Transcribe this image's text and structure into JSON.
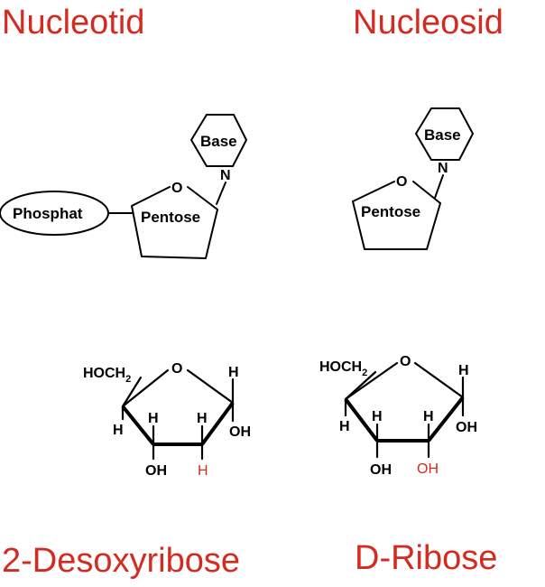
{
  "titles": {
    "nucleotide": "Nucleotid",
    "nucleoside": "Nucleosid",
    "deoxyribose": "2-Desoxyribose",
    "ribose": "D-Ribose"
  },
  "nucleotide": {
    "base": "Base",
    "n_atom": "N",
    "o_atom": "O",
    "pentose": "Pentose",
    "phosphate": "Phosphat"
  },
  "nucleoside": {
    "base": "Base",
    "n_atom": "N",
    "o_atom": "O",
    "pentose": "Pentose"
  },
  "deoxyribose": {
    "hoch": "HOCH",
    "sub2": "2",
    "o_atom": "O",
    "h_c1": "H",
    "oh_c1": "OH",
    "h_c4": "H",
    "h_c3": "H",
    "h_c2": "H",
    "oh_c3": "OH",
    "h_c2_down": "H"
  },
  "ribose": {
    "hoch": "HOCH",
    "sub2": "2",
    "o_atom": "O",
    "h_c1": "H",
    "oh_c1": "OH",
    "h_c4": "H",
    "h_c3": "H",
    "h_c2": "H",
    "oh_c3": "OH",
    "oh_c2": "OH"
  },
  "colors": {
    "accent_red": "#d42a20",
    "line": "#000000"
  }
}
